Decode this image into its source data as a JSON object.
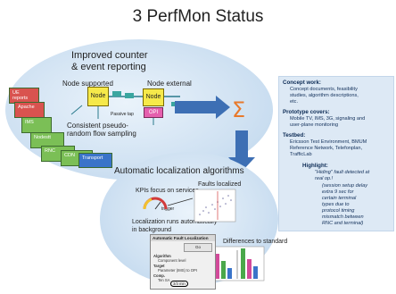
{
  "title": "3 PerfMon Status",
  "top_ellipse": {
    "heading_line1": "Improved counter",
    "heading_line2": "& event reporting",
    "node_supported_label": "Node supported",
    "node_external_label": "Node external",
    "passive_tap_label": "Passive tap",
    "sampling_line1": "Consistent pseudo-",
    "sampling_line2": "random  flow sampling",
    "node_label": "Node",
    "node2_label": "Node",
    "opi_label": "OPI",
    "stack_labels": [
      "UE reports",
      "Apache",
      "IMS",
      "Nodestt",
      "RNC",
      "CDN",
      "Transport"
    ]
  },
  "bottom_ellipse": {
    "heading": "Automatic localization algorithms",
    "kpi_focus": "KPIs focus on services",
    "trigger_label": "trigger",
    "faults_localized": "Faults localized",
    "localization_line1": "Localization runs automatically",
    "localization_line2": "in background",
    "differences": "Differences to standard",
    "fd_window": {
      "title": "Automatic Fault Localization",
      "go_label": "Go",
      "algorithm_label": "Algorithm",
      "algorithm_value": "Component level",
      "target_label": "Target",
      "target_value": "Parameter (IMS) to OPI",
      "comp_label": "Comp.",
      "comp_value": "Ten SA",
      "comp_marker": "3/3 min"
    }
  },
  "side_panel": {
    "concept_heading": "Concept work:",
    "concept_body": [
      "Concept documents,  feasibility",
      "studies, algorithm descriptions,",
      "etc."
    ],
    "prototype_heading": "Prototype covers:",
    "prototype_body": [
      "Mobile TV, IMS, 3G, signaling and",
      "user-plane monitoring"
    ],
    "testbed_heading": "Testbed:",
    "testbed_body": [
      "Ericsson Test Environment, BMUM",
      "Reference Network, Telefonplan,",
      "TrafficLab"
    ],
    "highlight_heading": "Highlight:",
    "highlight_red": [
      "\"Hiding\" fault detected at",
      "real op.!"
    ],
    "highlight_note": [
      "(session setup delay",
      "extra 9 sec  for",
      "certain terminal",
      "types due to",
      "protocol timing",
      "mismatch between",
      "RNC and terminal)"
    ]
  },
  "colors": {
    "ellipse_fill": "#cfe1f2",
    "panel_fill": "#dde9f5",
    "node_yellow": "#f6e94a",
    "opi_pink": "#e55fae",
    "arrow_blue": "#3d6fb4",
    "sigma_orange": "#e8792b",
    "stack_red": "#d9534f",
    "stack_green": "#7bbf56",
    "stack_teal": "#3aa6a0",
    "stack_blue": "#3a74c9"
  },
  "icons": {
    "sum_symbol": "Σ",
    "gauge": "gauge-icon",
    "scatter_thumbnail": "scatter-plot-icon",
    "bar_thumbnail": "bar-chart-icon",
    "arrows": "flow-arrow-icon"
  }
}
